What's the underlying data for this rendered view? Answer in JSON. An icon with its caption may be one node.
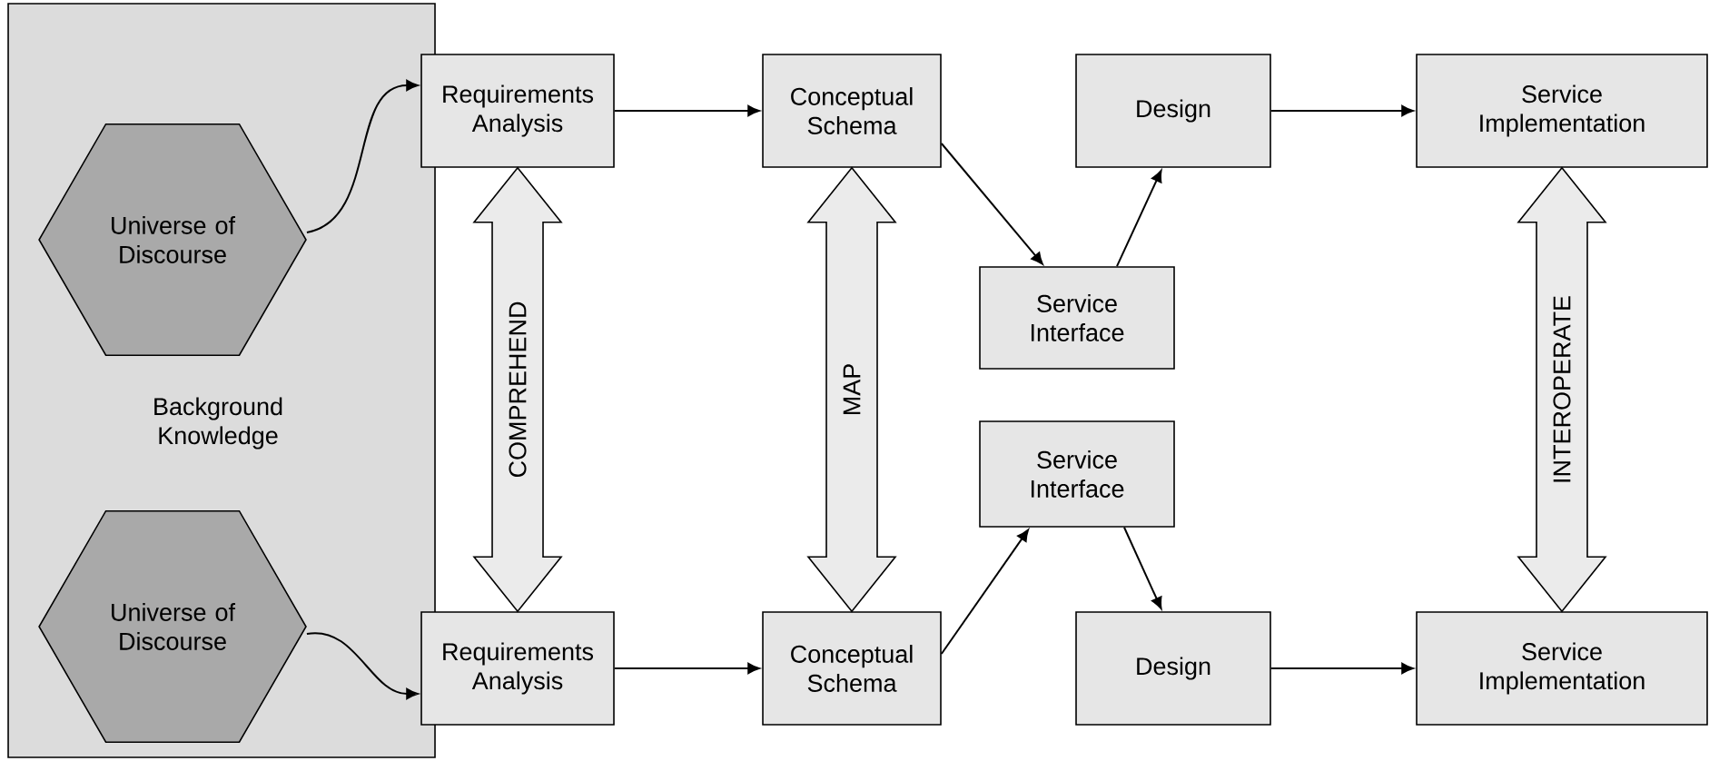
{
  "diagram": {
    "nodes": [
      {
        "text": [
          "Background Knowledge"
        ]
      },
      {
        "text": [
          "Universe of Discourse"
        ],
        "in": 0
      },
      {
        "text": [
          "Requirements Analysis"
        ]
      },
      {
        "text": [
          "Conceptual Schema"
        ]
      },
      {
        "text": [
          "Design"
        ]
      },
      {
        "text": [
          "Service Implementation"
        ]
      },
      {
        "text": [
          "Service Interface"
        ]
      },
      {
        "text": [
          "Service Interface"
        ]
      },
      {
        "text": [
          "Universe of Discourse"
        ],
        "in": 0
      },
      {
        "text": [
          "Requirements Analysis"
        ]
      },
      {
        "text": [
          "Conceptual Schema"
        ]
      },
      {
        "text": [
          "Design"
        ]
      },
      {
        "text": [
          "Service Implementation"
        ]
      }
    ],
    "edges": [
      {
        "from": 1,
        "to": 2,
        "arrow": "to"
      },
      {
        "from": 2,
        "to": 3,
        "arrow": "to"
      },
      {
        "from": 3,
        "to": 6,
        "arrow": "to"
      },
      {
        "from": 6,
        "to": 4,
        "arrow": "to"
      },
      {
        "from": 4,
        "to": 5,
        "arrow": "to"
      },
      {
        "from": 8,
        "to": 9,
        "arrow": "to"
      },
      {
        "from": 9,
        "to": 10,
        "arrow": "to"
      },
      {
        "from": 10,
        "to": 7,
        "arrow": "to"
      },
      {
        "from": 7,
        "to": 11,
        "arrow": "to"
      },
      {
        "from": 11,
        "to": 12,
        "arrow": "to"
      },
      {
        "from": 2,
        "to": 9,
        "arrow": "both",
        "label": "COMPREHEND",
        "style": "thick"
      },
      {
        "from": 3,
        "to": 10,
        "arrow": "both",
        "label": "MAP",
        "style": "thick"
      },
      {
        "from": 5,
        "to": 12,
        "arrow": "both",
        "label": "INTEROPERATE",
        "style": "thick"
      }
    ]
  }
}
